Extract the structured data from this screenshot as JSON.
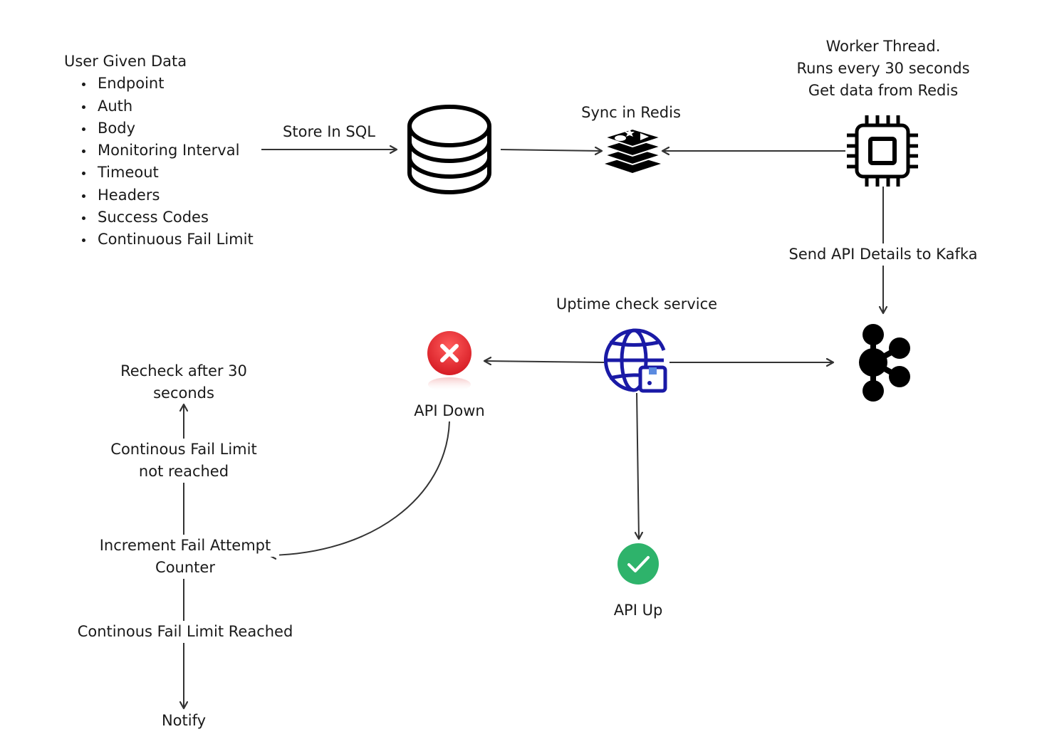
{
  "user_data": {
    "title": "User Given Data",
    "items": [
      "Endpoint",
      "Auth",
      "Body",
      "Monitoring Interval",
      "Timeout",
      "Headers",
      "Success  Codes",
      "Continuous Fail Limit"
    ]
  },
  "labels": {
    "store_sql": "Store In SQL",
    "sync_redis": "Sync in Redis",
    "worker_line1": "Worker Thread.",
    "worker_line2": "Runs every 30 seconds",
    "worker_line3": "Get data from Redis",
    "send_kafka": "Send API Details to Kafka",
    "uptime_service": "Uptime check service",
    "api_down": "API Down",
    "api_up": "API Up",
    "recheck_line1": "Recheck after 30",
    "recheck_line2": "seconds",
    "not_reached_line1": "Continous Fail Limit",
    "not_reached_line2": "not reached",
    "increment_line1": "Increment Fail Attempt",
    "increment_line2": "Counter",
    "limit_reached": "Continous Fail Limit Reached",
    "notify": "Notify"
  },
  "icons": {
    "database": "database-icon",
    "redis": "redis-icon",
    "worker": "cpu-chip-icon",
    "kafka": "kafka-icon",
    "uptime": "globe-lock-icon",
    "down": "error-x-icon",
    "up": "check-circle-icon"
  },
  "colors": {
    "error_red": "#e0282e",
    "success_green": "#2eb36b",
    "globe_blue": "#1a1aa6",
    "line": "#333333"
  }
}
